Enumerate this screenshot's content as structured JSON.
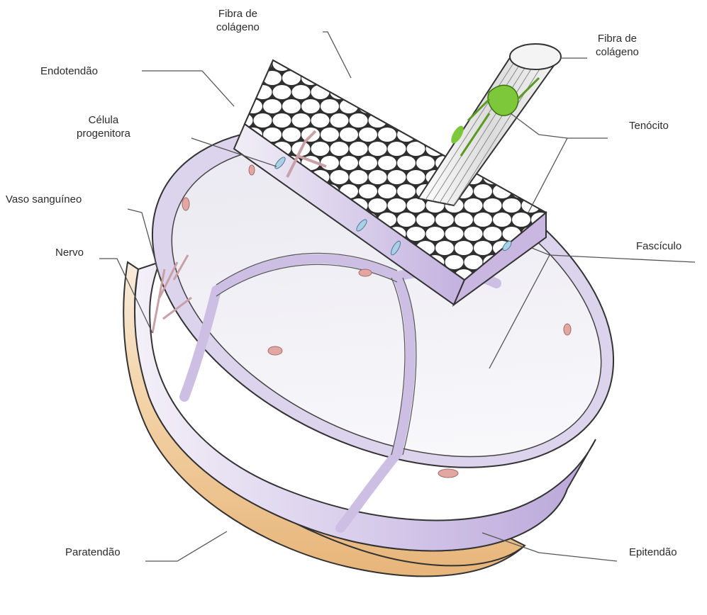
{
  "labels": {
    "collagen_top_left": [
      "Fibra de",
      "colágeno"
    ],
    "collagen_top_right": [
      "Fibra de",
      "colágeno"
    ],
    "endotendon": "Endotendão",
    "progenitor": [
      "Célula",
      "progenitora"
    ],
    "tenocyte": "Tenócito",
    "blood_vessel": "Vaso sanguíneo",
    "nerve": "Nervo",
    "fascicle": "Fascículo",
    "paratendon": "Paratendão",
    "epitendon": "Epitendão"
  },
  "colors": {
    "paratenon": "#f2cc9a",
    "epitenon": "#c7b7e0",
    "endotenon": "#cfc0e6",
    "fascicle_face": "#f1f0f6",
    "collagen_fiber": "#ffffff",
    "tenocyte": "#7cc83a",
    "blood_vessel": "#e3a7a3",
    "line": "#555555"
  }
}
